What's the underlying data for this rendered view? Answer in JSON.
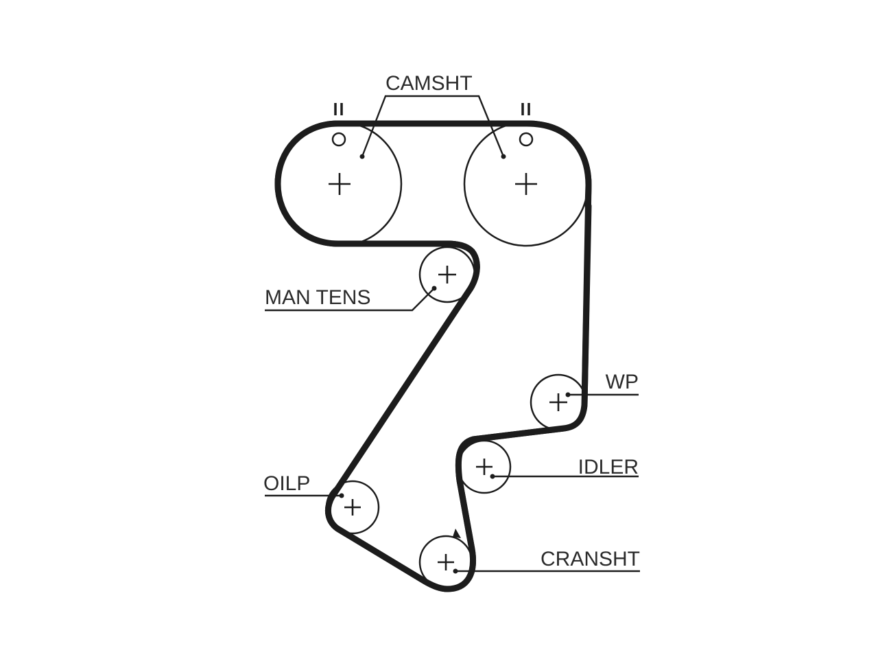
{
  "labels": {
    "camshaft": "CAMSHT",
    "manual_tensioner": "MAN TENS",
    "water_pump": "WP",
    "idler": "IDLER",
    "oil_pump": "OILP",
    "crankshaft": "CRANSHT"
  }
}
